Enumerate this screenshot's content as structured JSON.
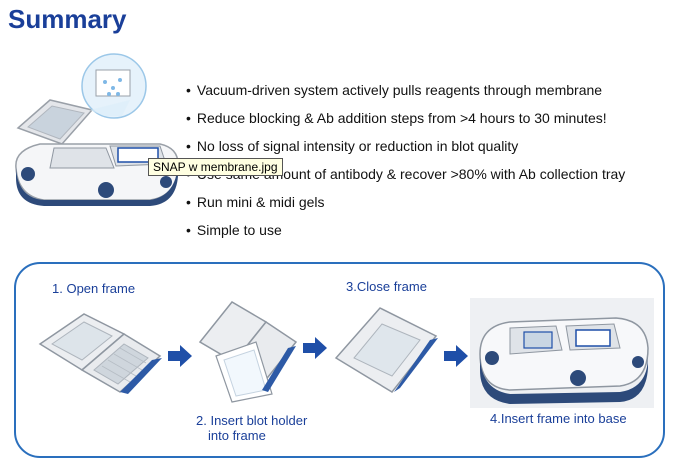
{
  "title": "Summary",
  "bullets": [
    "Vacuum-driven system actively pulls reagents through membrane",
    "Reduce blocking & Ab addition steps from >4 hours to 30 minutes!",
    "No loss of signal intensity or reduction in blot quality",
    "Use same amount of antibody & recover >80% with Ab collection tray",
    "Run mini & midi gels",
    "Simple to use"
  ],
  "tooltip": "SNAP w membrane.jpg",
  "steps": {
    "step1": "1. Open frame",
    "step2_line1": "2. Insert blot holder",
    "step2_line2": "into frame",
    "step3": "3.Close frame",
    "step4": "4.Insert frame into base"
  },
  "colors": {
    "title": "#1a3f99",
    "border": "#2a6fbd",
    "arrow": "#1f4fa8"
  }
}
